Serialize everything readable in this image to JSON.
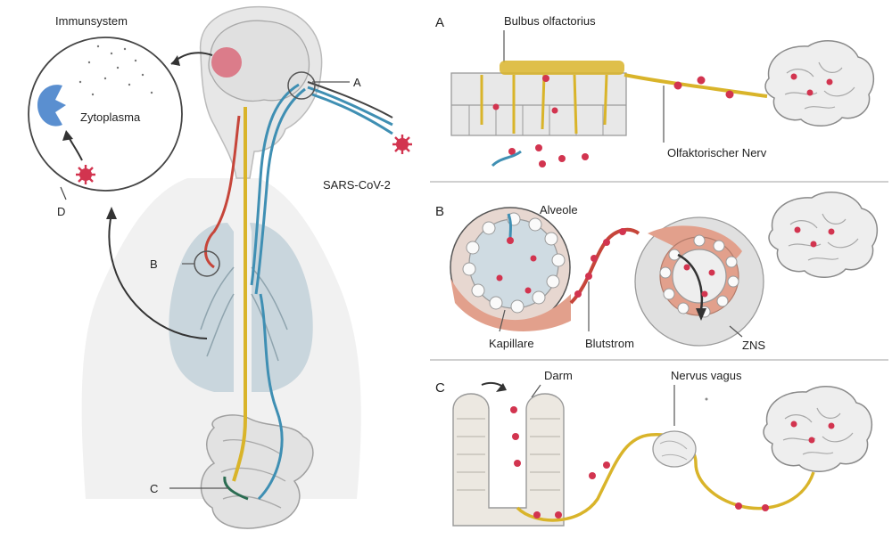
{
  "labels": {
    "inset_title": "Immunsystem",
    "cytoplasm": "Zytoplasma",
    "marker_a": "A",
    "marker_b": "B",
    "marker_c": "C",
    "marker_d": "D",
    "virus": "SARS-CoV-2"
  },
  "panels": {
    "a": {
      "letter": "A",
      "top_label": "Bulbus olfactorius",
      "nerve_label": "Olfaktorischer Nerv"
    },
    "b": {
      "letter": "B",
      "alveole": "Alveole",
      "kapillare": "Kapillare",
      "blutstrom": "Blutstrom",
      "zns": "ZNS"
    },
    "c": {
      "letter": "C",
      "darm": "Darm",
      "ganglion": "Nervus vagus"
    }
  },
  "colors": {
    "virus": "#d2344f",
    "nerve": "#d9b42a",
    "blood_red": "#c6453a",
    "blue_path": "#3f8fb3",
    "tissue_pink": "#e2a08c",
    "lung": "#c9d6dd",
    "immune_cell": "#5a8fd0"
  }
}
